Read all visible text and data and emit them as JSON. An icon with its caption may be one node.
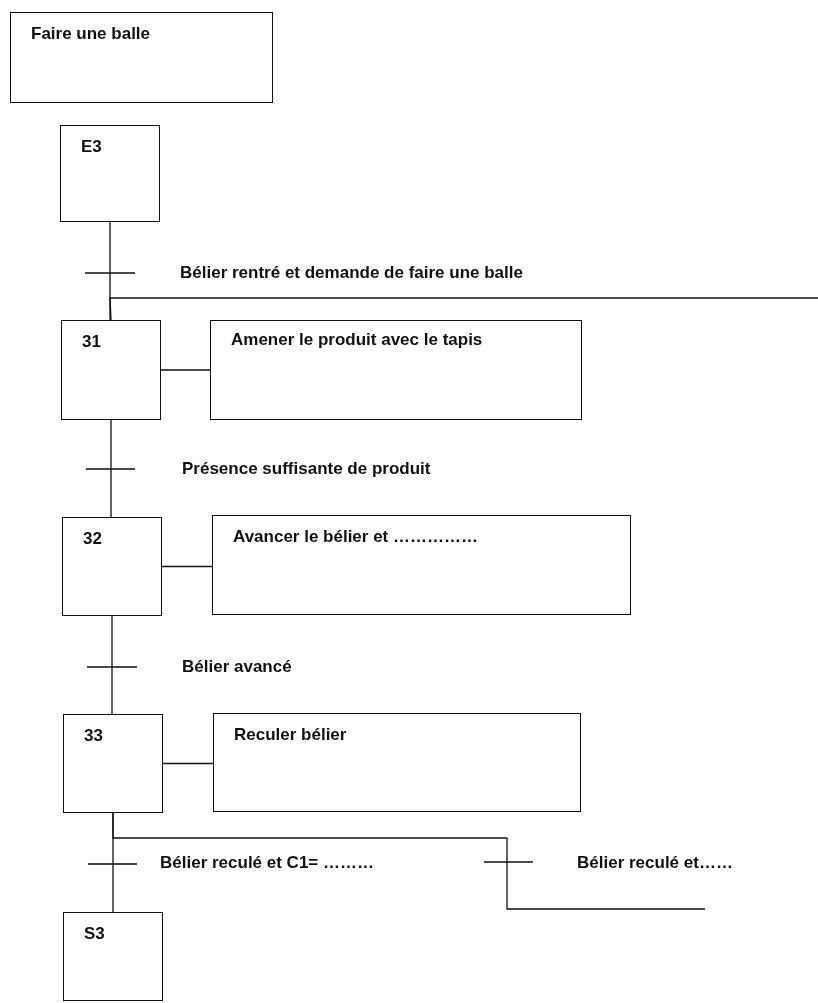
{
  "diagram": {
    "nodes": [
      {
        "text": [
          "Faire une balle"
        ]
      },
      {
        "text": [
          "E3"
        ]
      },
      {
        "text": [
          "31"
        ]
      },
      {
        "text": [
          "Amener le produit avec le tapis"
        ]
      },
      {
        "text": [
          "32"
        ]
      },
      {
        "text": [
          "Avancer le bélier et ……………"
        ]
      },
      {
        "text": [
          "33"
        ]
      },
      {
        "text": [
          "Reculer bélier"
        ]
      },
      {
        "text": [
          "S3"
        ]
      }
    ],
    "edges": [
      {
        "from": 1,
        "to": 2,
        "arrow": "none",
        "label": "Bélier rentré et demande de faire une balle"
      },
      {
        "from": null,
        "to": 2,
        "arrow": "none"
      },
      {
        "from": 2,
        "to": 3,
        "arrow": "none"
      },
      {
        "from": 2,
        "to": 4,
        "arrow": "none",
        "label": "Présence suffisante de produit"
      },
      {
        "from": 4,
        "to": 5,
        "arrow": "none"
      },
      {
        "from": 4,
        "to": 6,
        "arrow": "none",
        "label": "Bélier avancé"
      },
      {
        "from": 6,
        "to": 7,
        "arrow": "none"
      },
      {
        "from": 6,
        "to": 8,
        "arrow": "none",
        "label": "Bélier reculé et C1= ………"
      },
      {
        "from": 6,
        "to": null,
        "arrow": "none",
        "label": "Bélier reculé et……"
      }
    ]
  }
}
